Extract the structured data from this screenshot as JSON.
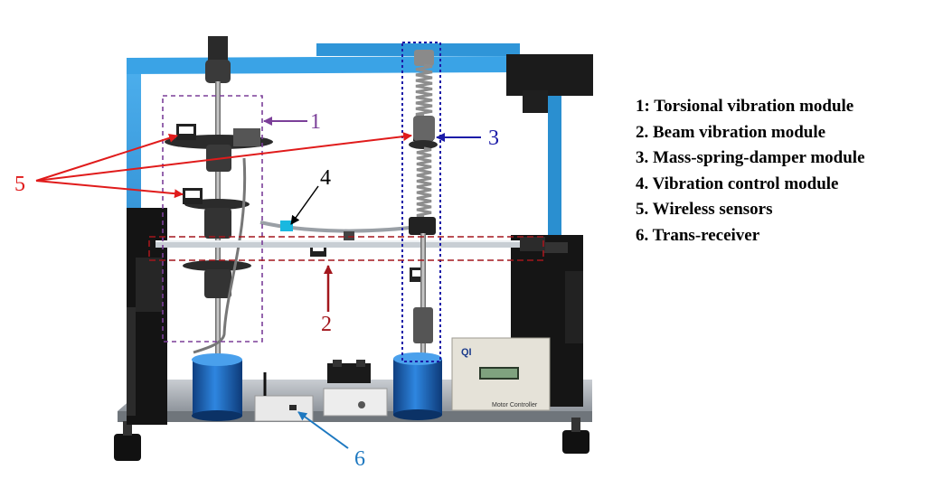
{
  "legend": [
    "1: Torsional vibration module",
    "2. Beam vibration module",
    "3. Mass-spring-damper module",
    "4. Vibration control module",
    "5. Wireless sensors",
    "6. Trans-receiver"
  ],
  "callouts": {
    "c1": "1",
    "c2": "2",
    "c3": "3",
    "c4": "4",
    "c5": "5",
    "c6": "6"
  },
  "device_labels": {
    "motor_controller": "Motor Controller",
    "brand_logo": "QI"
  },
  "colors": {
    "frame_blue": "#2a8fd0",
    "torsional_box": "#7b3f99",
    "beam_box": "#a3171d",
    "spring_box": "#1c1ca8",
    "sensor_arrows": "#e01b1b",
    "transceiver_arrow": "#1d78c0",
    "cylinder_blue": "#1b63b8"
  }
}
